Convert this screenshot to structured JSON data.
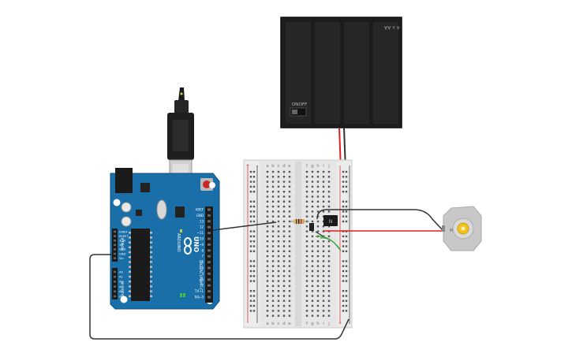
{
  "arduino": {
    "model": "UNO",
    "brand": "ARDUINO",
    "digital_label": "DIGITAL (PWM~)",
    "power_label": "POWER",
    "analog_label": "ANALOG IN",
    "header_pins_right": [
      "AREF",
      "GND",
      "13",
      "12",
      "~11",
      "~10",
      "~9",
      "8",
      "7",
      "~6",
      "~5",
      "4",
      "~3",
      "2",
      "TX→1",
      "RX←0"
    ],
    "header_pins_left_power": [
      "IOREF",
      "RESET",
      "3.3V",
      "5V",
      "GND",
      "GND",
      "Vin"
    ],
    "header_pins_left_analog": [
      "A0",
      "A1",
      "A2",
      "A3",
      "A4",
      "A5"
    ],
    "leds": [
      "L",
      "TX",
      "RX"
    ],
    "on_label": "ON"
  },
  "battery": {
    "label": "4 x AA",
    "switch_off": "OFF",
    "switch_on": "ON"
  },
  "breadboard": {
    "columns_left": [
      "a",
      "b",
      "c",
      "d",
      "e"
    ],
    "columns_right": [
      "f",
      "g",
      "h",
      "i",
      "j"
    ],
    "rail_plus": "+",
    "rail_minus": "-"
  },
  "transistor": {
    "label": "N"
  },
  "motor": {
    "label": "M"
  },
  "colors": {
    "board_blue": "#1a6fa8",
    "wire_red": "#e02020",
    "wire_black": "#333333",
    "wire_green": "#2fa02f",
    "breadboard": "#e8e8e8",
    "battery": "#222222"
  }
}
